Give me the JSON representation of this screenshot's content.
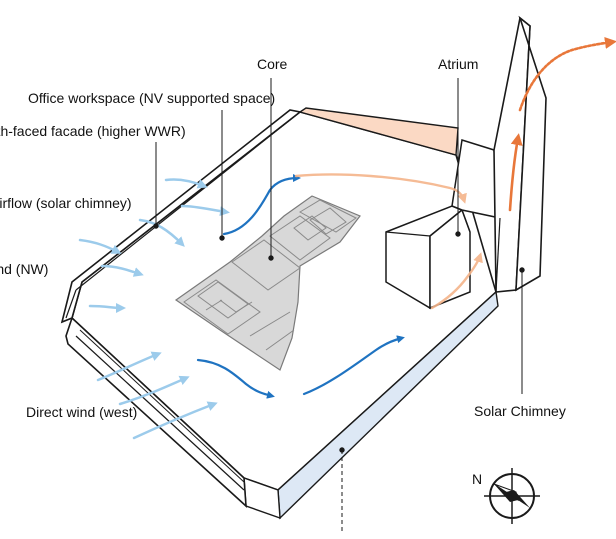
{
  "labels": {
    "core": "Core",
    "atrium": "Atrium",
    "office": "Office workspace (NV supported space)",
    "north_facade": "North-faced facade (higher WWR)",
    "airflow": "Airflow (solar chimney)",
    "wind_nw": "Wind (NW)",
    "direct_wind": "Direct wind (west)",
    "solar_chimney": "Solar Chimney",
    "north": "N"
  },
  "colors": {
    "line": "#1a1a1a",
    "floor": "#ffffff",
    "glazing": "#dde8f5",
    "warm_wall": "#fbd9c4",
    "core_fill": "#d6d6d6",
    "cool_air": "#7fb6e0",
    "cool_air_dark": "#1f73c1",
    "warm_air": "#f4a26a",
    "hot_air": "#e8773a"
  },
  "icons": {
    "compass": "compass-icon",
    "wind_arrow": "wind-arrow-icon",
    "warm_arrow": "warm-air-arrow-icon"
  }
}
